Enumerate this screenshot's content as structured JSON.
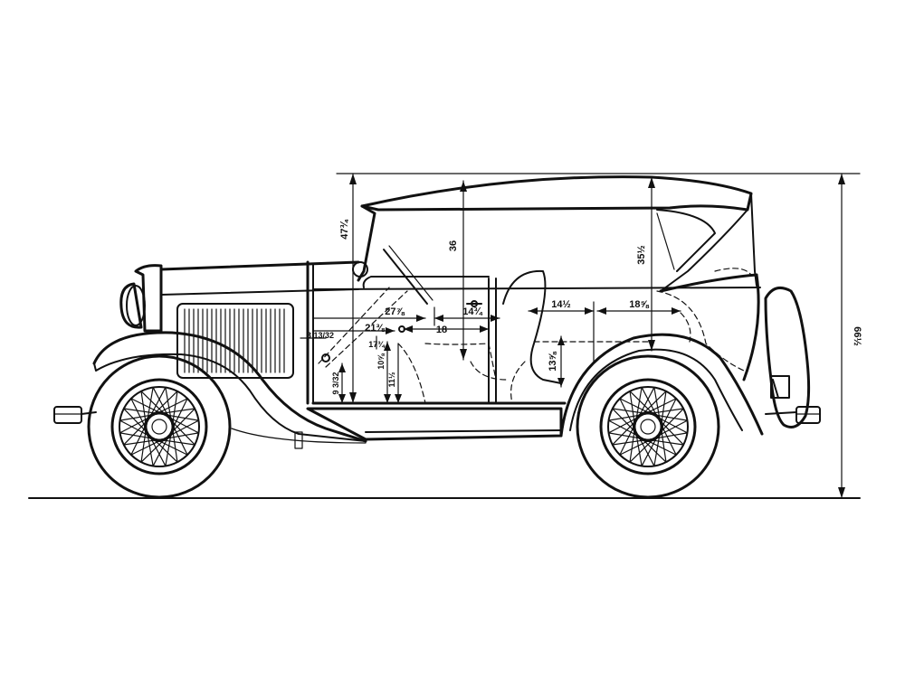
{
  "drawing": {
    "dimensions": {
      "overall_height": "66½",
      "rear_body_height": "35½",
      "interior_height": "36",
      "windshield_height": "47¾",
      "rear_seat_depth": "14½",
      "rear_compartment": "18⅝",
      "rear_seat_height": "13⅝",
      "seat_to_wheel": "14¾",
      "front_seat_depth": "18",
      "pedal_reach": "27⅞",
      "wheel_height": "21⅜",
      "cowl_offset": "3 13/32",
      "front_seat_height": "17¾",
      "toe_board": "10⅝",
      "floor_offset": "11½",
      "pedal_height": "9 3/32"
    }
  },
  "colors": {
    "ink": "#111111",
    "paper": "#ffffff"
  }
}
